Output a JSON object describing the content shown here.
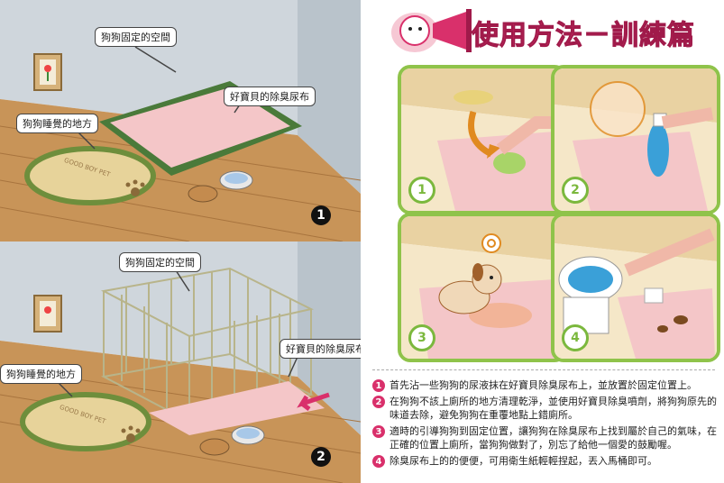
{
  "scene1": {
    "callout_space": "狗狗固定的空間",
    "callout_pad": "好寶貝的除臭尿布",
    "callout_bed": "狗狗睡覺的地方",
    "rug_text": "GOOD BOY PET",
    "badge": "1"
  },
  "scene2": {
    "callout_space": "狗狗固定的空間",
    "callout_pad": "好寶貝的除臭尿布",
    "callout_bed": "狗狗睡覺的地方",
    "rug_text": "GOOD BOY PET",
    "badge": "2"
  },
  "guide": {
    "title": "使用方法－訓練篇",
    "panels": [
      {
        "num": "1"
      },
      {
        "num": "2"
      },
      {
        "num": "3"
      },
      {
        "num": "4"
      }
    ],
    "steps": [
      {
        "num": "1",
        "text": "首先沾一些狗狗的尿液抹在好寶貝除臭尿布上，並放置於固定位置上。"
      },
      {
        "num": "2",
        "text": "在狗狗不該上廁所的地方清理乾淨，並使用好寶貝除臭噴劑，將狗狗原先的味道去除，避免狗狗在重覆地點上錯廁所。"
      },
      {
        "num": "3",
        "text": "適時的引導狗狗到固定位置，讓狗狗在除臭尿布上找到屬於自己的氣味，在正確的位置上廁所，當狗狗做對了，別忘了給他一個愛的鼓勵喔。"
      },
      {
        "num": "4",
        "text": "除臭尿布上的的便便，可用衛生紙輕輕捏起，丟入馬桶即可。"
      }
    ]
  }
}
